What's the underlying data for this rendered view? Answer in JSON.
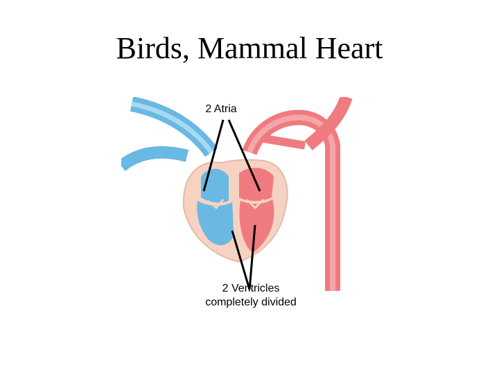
{
  "title": "Birds, Mammal Heart",
  "labels": {
    "atria": "2 Atria",
    "ventricles_line1": "2 Ventricles",
    "ventricles_line2": "completely divided"
  },
  "colors": {
    "deoxygenated": "#6ab8e4",
    "oxygenated": "#ef7b80",
    "heart_wall": "#f6d2c2"
  }
}
